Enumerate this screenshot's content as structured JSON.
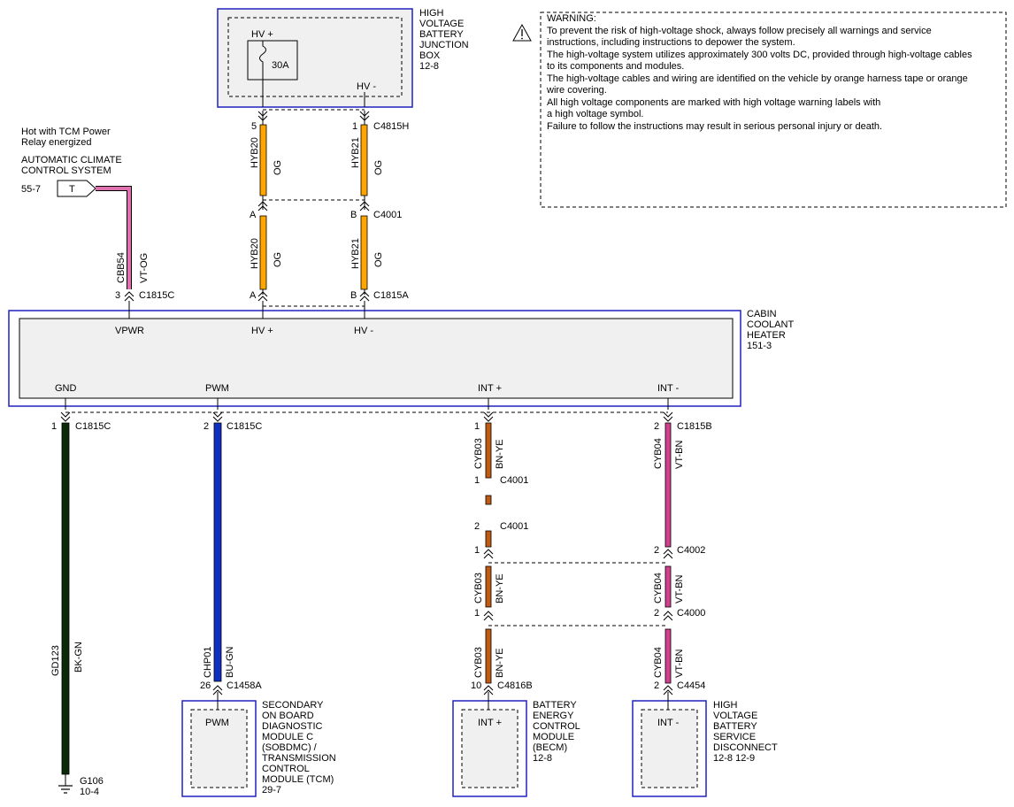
{
  "warning": {
    "lines": [
      "WARNING:",
      "To prevent the risk of high-voltage shock, always follow precisely all warnings and service",
      "instructions, including instructions to depower the system.",
      "The high-voltage system utilizes approximately 300 volts DC, provided through high-voltage cables",
      "to its components and modules.",
      "The high-voltage cables and wiring are identified on the vehicle by orange harness tape or orange",
      "wire covering.",
      "All high voltage components are marked with high voltage warning labels with",
      "a high voltage symbol.",
      "Failure to follow the instructions may result in serious personal injury or death."
    ]
  },
  "components": {
    "hvbjb": {
      "name_lines": [
        "HIGH",
        "VOLTAGE",
        "BATTERY",
        "JUNCTION",
        "BOX"
      ],
      "ref": "12-8",
      "pin_pos": "HV +",
      "pin_neg": "HV -",
      "fuse": "30A"
    },
    "climate": {
      "note_lines": [
        "Hot with TCM Power",
        "Relay energized"
      ],
      "name_lines": [
        "AUTOMATIC CLIMATE",
        "CONTROL SYSTEM"
      ],
      "ref": "55-7",
      "connector_label": "T"
    },
    "cch": {
      "name_lines": [
        "CABIN",
        "COOLANT",
        "HEATER"
      ],
      "ref": "151-3",
      "pins_top": [
        "VPWR",
        "HV +",
        "HV -"
      ],
      "pins_bottom": [
        "GND",
        "PWM",
        "INT +",
        "INT -"
      ]
    },
    "tcm": {
      "name_lines": [
        "SECONDARY",
        "ON BOARD",
        "DIAGNOSTIC",
        "MODULE C",
        "(SOBDMC) /",
        "TRANSMISSION",
        "CONTROL",
        "MODULE (TCM)"
      ],
      "ref": "29-7",
      "pin": "PWM"
    },
    "becm": {
      "name_lines": [
        "BATTERY",
        "ENERGY",
        "CONTROL",
        "MODULE",
        "(BECM)"
      ],
      "ref": "12-8",
      "pin": "INT +"
    },
    "hvbsd": {
      "name_lines": [
        "HIGH",
        "VOLTAGE",
        "BATTERY",
        "SERVICE",
        "DISCONNECT"
      ],
      "ref": "12-8   12-9",
      "pin": "INT -"
    },
    "ground": {
      "name": "G106",
      "ref": "10-4"
    }
  },
  "connectors": [
    {
      "pin": "5",
      "name": ""
    },
    {
      "pin": "1",
      "name": "C4815H"
    },
    {
      "pin": "A",
      "name": ""
    },
    {
      "pin": "B",
      "name": "C4001"
    },
    {
      "pin": "3",
      "name": "C1815C"
    },
    {
      "pin": "A",
      "name": ""
    },
    {
      "pin": "B",
      "name": "C1815A"
    },
    {
      "pin": "1",
      "name": "C1815C"
    },
    {
      "pin": "2",
      "name": "C1815C"
    },
    {
      "pin": "1",
      "name": ""
    },
    {
      "pin": "2",
      "name": "C1815B"
    },
    {
      "pin": "1",
      "name": "C4001"
    },
    {
      "pin": "2",
      "name": "C4001"
    },
    {
      "pin": "1",
      "name": ""
    },
    {
      "pin": "2",
      "name": "C4002"
    },
    {
      "pin": "1",
      "name": ""
    },
    {
      "pin": "2",
      "name": "C4000"
    },
    {
      "pin": "26",
      "name": "C1458A"
    },
    {
      "pin": "10",
      "name": "C4816B"
    },
    {
      "pin": "2",
      "name": "C4454"
    }
  ],
  "wires": [
    {
      "circuit": "HYB20",
      "color": "OG"
    },
    {
      "circuit": "HYB21",
      "color": "OG"
    },
    {
      "circuit": "HYB20",
      "color": "OG"
    },
    {
      "circuit": "HYB21",
      "color": "OG"
    },
    {
      "circuit": "CBB54",
      "color": "VT-OG"
    },
    {
      "circuit": "GD123",
      "color": "BK-GN"
    },
    {
      "circuit": "CHP01",
      "color": "BU-GN"
    },
    {
      "circuit": "CYB03",
      "color": "BN-YE"
    },
    {
      "circuit": "CYB04",
      "color": "VT-BN"
    },
    {
      "circuit": "CYB03",
      "color": "BN-YE"
    },
    {
      "circuit": "CYB04",
      "color": "VT-BN"
    },
    {
      "circuit": "CYB03",
      "color": "BN-YE"
    },
    {
      "circuit": "CYB04",
      "color": "VT-BN"
    }
  ],
  "colors": {
    "module_border": "#2020c0",
    "module_fill": "#f0f0f0",
    "orange": "#ffa500",
    "violet_orange": "#e070b0",
    "black_green": "#0a2a0a",
    "blue_green": "#1030c0",
    "brown_yellow": "#c05a10",
    "violet_brown": "#d04090"
  }
}
